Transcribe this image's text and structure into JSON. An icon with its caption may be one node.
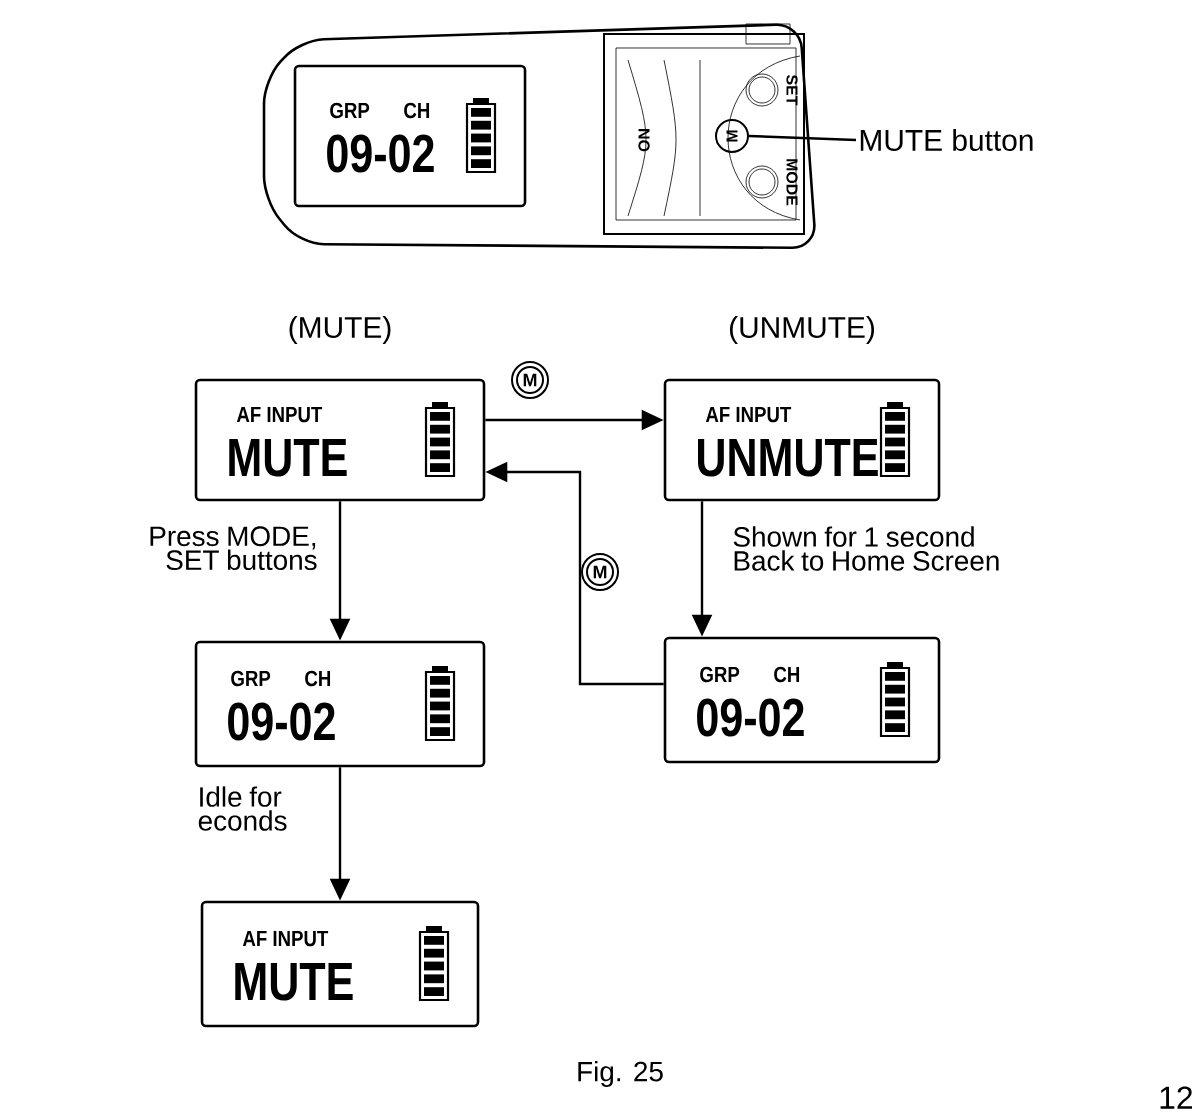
{
  "diagram": {
    "caption": "Fig. 25",
    "nodes": [
      {
        "text": [
          "GRP",
          "CH",
          "09-02"
        ]
      },
      {
        "text": [
          "MUTE button"
        ]
      },
      {
        "text": [
          "M"
        ]
      },
      {
        "text": [
          "AF INPUT",
          "MUTE"
        ],
        "beside": [
          "(MUTE)"
        ]
      },
      {
        "text": [
          "AF INPUT",
          "UNMUTE"
        ],
        "beside": [
          "(UNMUTE)"
        ]
      },
      {
        "text": [
          "GRP",
          "CH",
          "09-02"
        ]
      },
      {
        "text": [
          "GRP",
          "CH",
          "09-02"
        ]
      },
      {
        "text": [
          "AF INPUT",
          "MUTE"
        ]
      }
    ],
    "edges": [
      {
        "from": 1,
        "to": 2,
        "arrow": "none"
      },
      {
        "from": 3,
        "to": 4,
        "arrow": "to",
        "label": "M"
      },
      {
        "from": 4,
        "to": 6,
        "arrow": "to",
        "label": "Shown for 1 second Back to Home Screen"
      },
      {
        "from": 6,
        "to": 3,
        "arrow": "to",
        "label": "M"
      },
      {
        "from": 3,
        "to": 5,
        "arrow": "to",
        "label": "Press MODE, SET buttons"
      },
      {
        "from": 5,
        "to": 7,
        "arrow": "to",
        "label": "Idle for econds"
      }
    ],
    "labels": [
      "ON",
      "SET",
      "MODE",
      "12"
    ]
  }
}
